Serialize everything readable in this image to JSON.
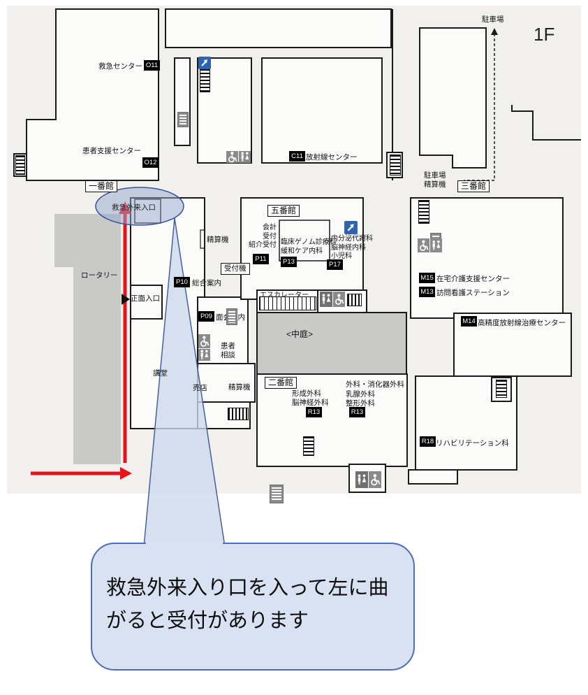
{
  "floor_label": "1F",
  "balloon": {
    "text": "救急外来入り口を入って左に曲\nがると受付があります"
  },
  "highlight": {
    "label": "救急外来入口"
  },
  "buildings": {
    "hall1": "一番館",
    "hall2": "二番館",
    "hall3": "三番館",
    "hall5": "五番館"
  },
  "labels": {
    "emergency_center": "救急センター",
    "patient_support": "患者支援センター",
    "radiation_center": "放射線センター",
    "parking": "駐車場",
    "parking_pay_machine": "駐車場\n精算機",
    "rotary": "ロータリー",
    "main_entrance": "正面入口",
    "pay_machine_upper": "精算機",
    "reception_machine": "受付機",
    "general_info": "総合案内",
    "visit_info": "面会案内",
    "patient_consult": "患者\n相談",
    "lecture_hall": "講堂",
    "shop": "売店",
    "pay_machine_lower": "精算機",
    "accounting_reception": "会計\n受付\n紹介受付",
    "genome_palliative": "臨床ゲノム診療科\n緩和ケア内科",
    "endocrine_neuro_ped": "内分泌代謝科\n脳神経内科\n小児科",
    "escalator": "エスカレーター",
    "courtyard": "<中庭>",
    "plastic_neuro": "形成外科\n脳神経外科",
    "surgery_group": "外科・消化器外科\n乳腺外科\n整形外科",
    "home_care": "在宅介護支援センター",
    "visiting_nurse": "訪問看護ステーション",
    "radiotherapy": "高精度放射線治療センター",
    "rehabilitation": "リハビリテーション科"
  },
  "codes": {
    "o11": "O11",
    "o12": "O12",
    "c11": "C11",
    "p09": "P09",
    "p10": "P10",
    "p11": "P11",
    "p13": "P13",
    "p17": "P17",
    "r13a": "R13",
    "r13b": "R13",
    "m15": "M15",
    "m13": "M13",
    "m14": "M14",
    "r18": "R18"
  },
  "colors": {
    "route_red": "#e81219",
    "highlight_blue_fill": "#93a8cd",
    "highlight_blue_stroke": "#35549c",
    "balloon_fill": "#d9e2f2",
    "balloon_border": "#4a6db8",
    "map_background": "#f1f0ed",
    "courtyard_gray": "#c9c9c7"
  }
}
